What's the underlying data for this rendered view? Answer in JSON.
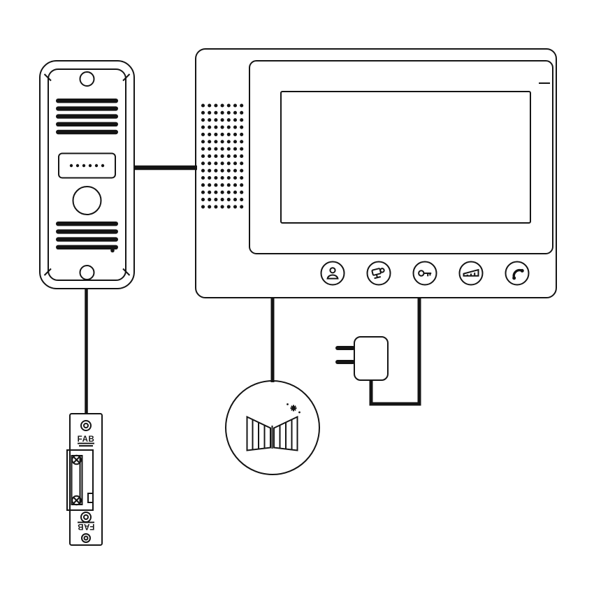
{
  "colors": {
    "ink": "#141414",
    "paper": "#ffffff"
  },
  "door_station": {
    "upper_grille_slats": 5,
    "lower_grille_slats": 4,
    "call_button_dots": 6
  },
  "monitor": {
    "speaker_grid": {
      "rows": 15,
      "cols": 7
    },
    "buttons": [
      {
        "icon": "talk-person-icon"
      },
      {
        "icon": "cctv-camera-icon"
      },
      {
        "icon": "unlock-key-icon"
      },
      {
        "icon": "volume-level-icon"
      },
      {
        "icon": "phone-handset-icon"
      }
    ]
  },
  "gate_badge": {
    "icon": "opening-gate-icon",
    "accent": "signal-sparkle-icon"
  },
  "power_adapter": {
    "icon": "eu-plug-adapter-icon"
  },
  "door_strike": {
    "brand_top": "FAB",
    "brand_bottom": "FAB"
  }
}
